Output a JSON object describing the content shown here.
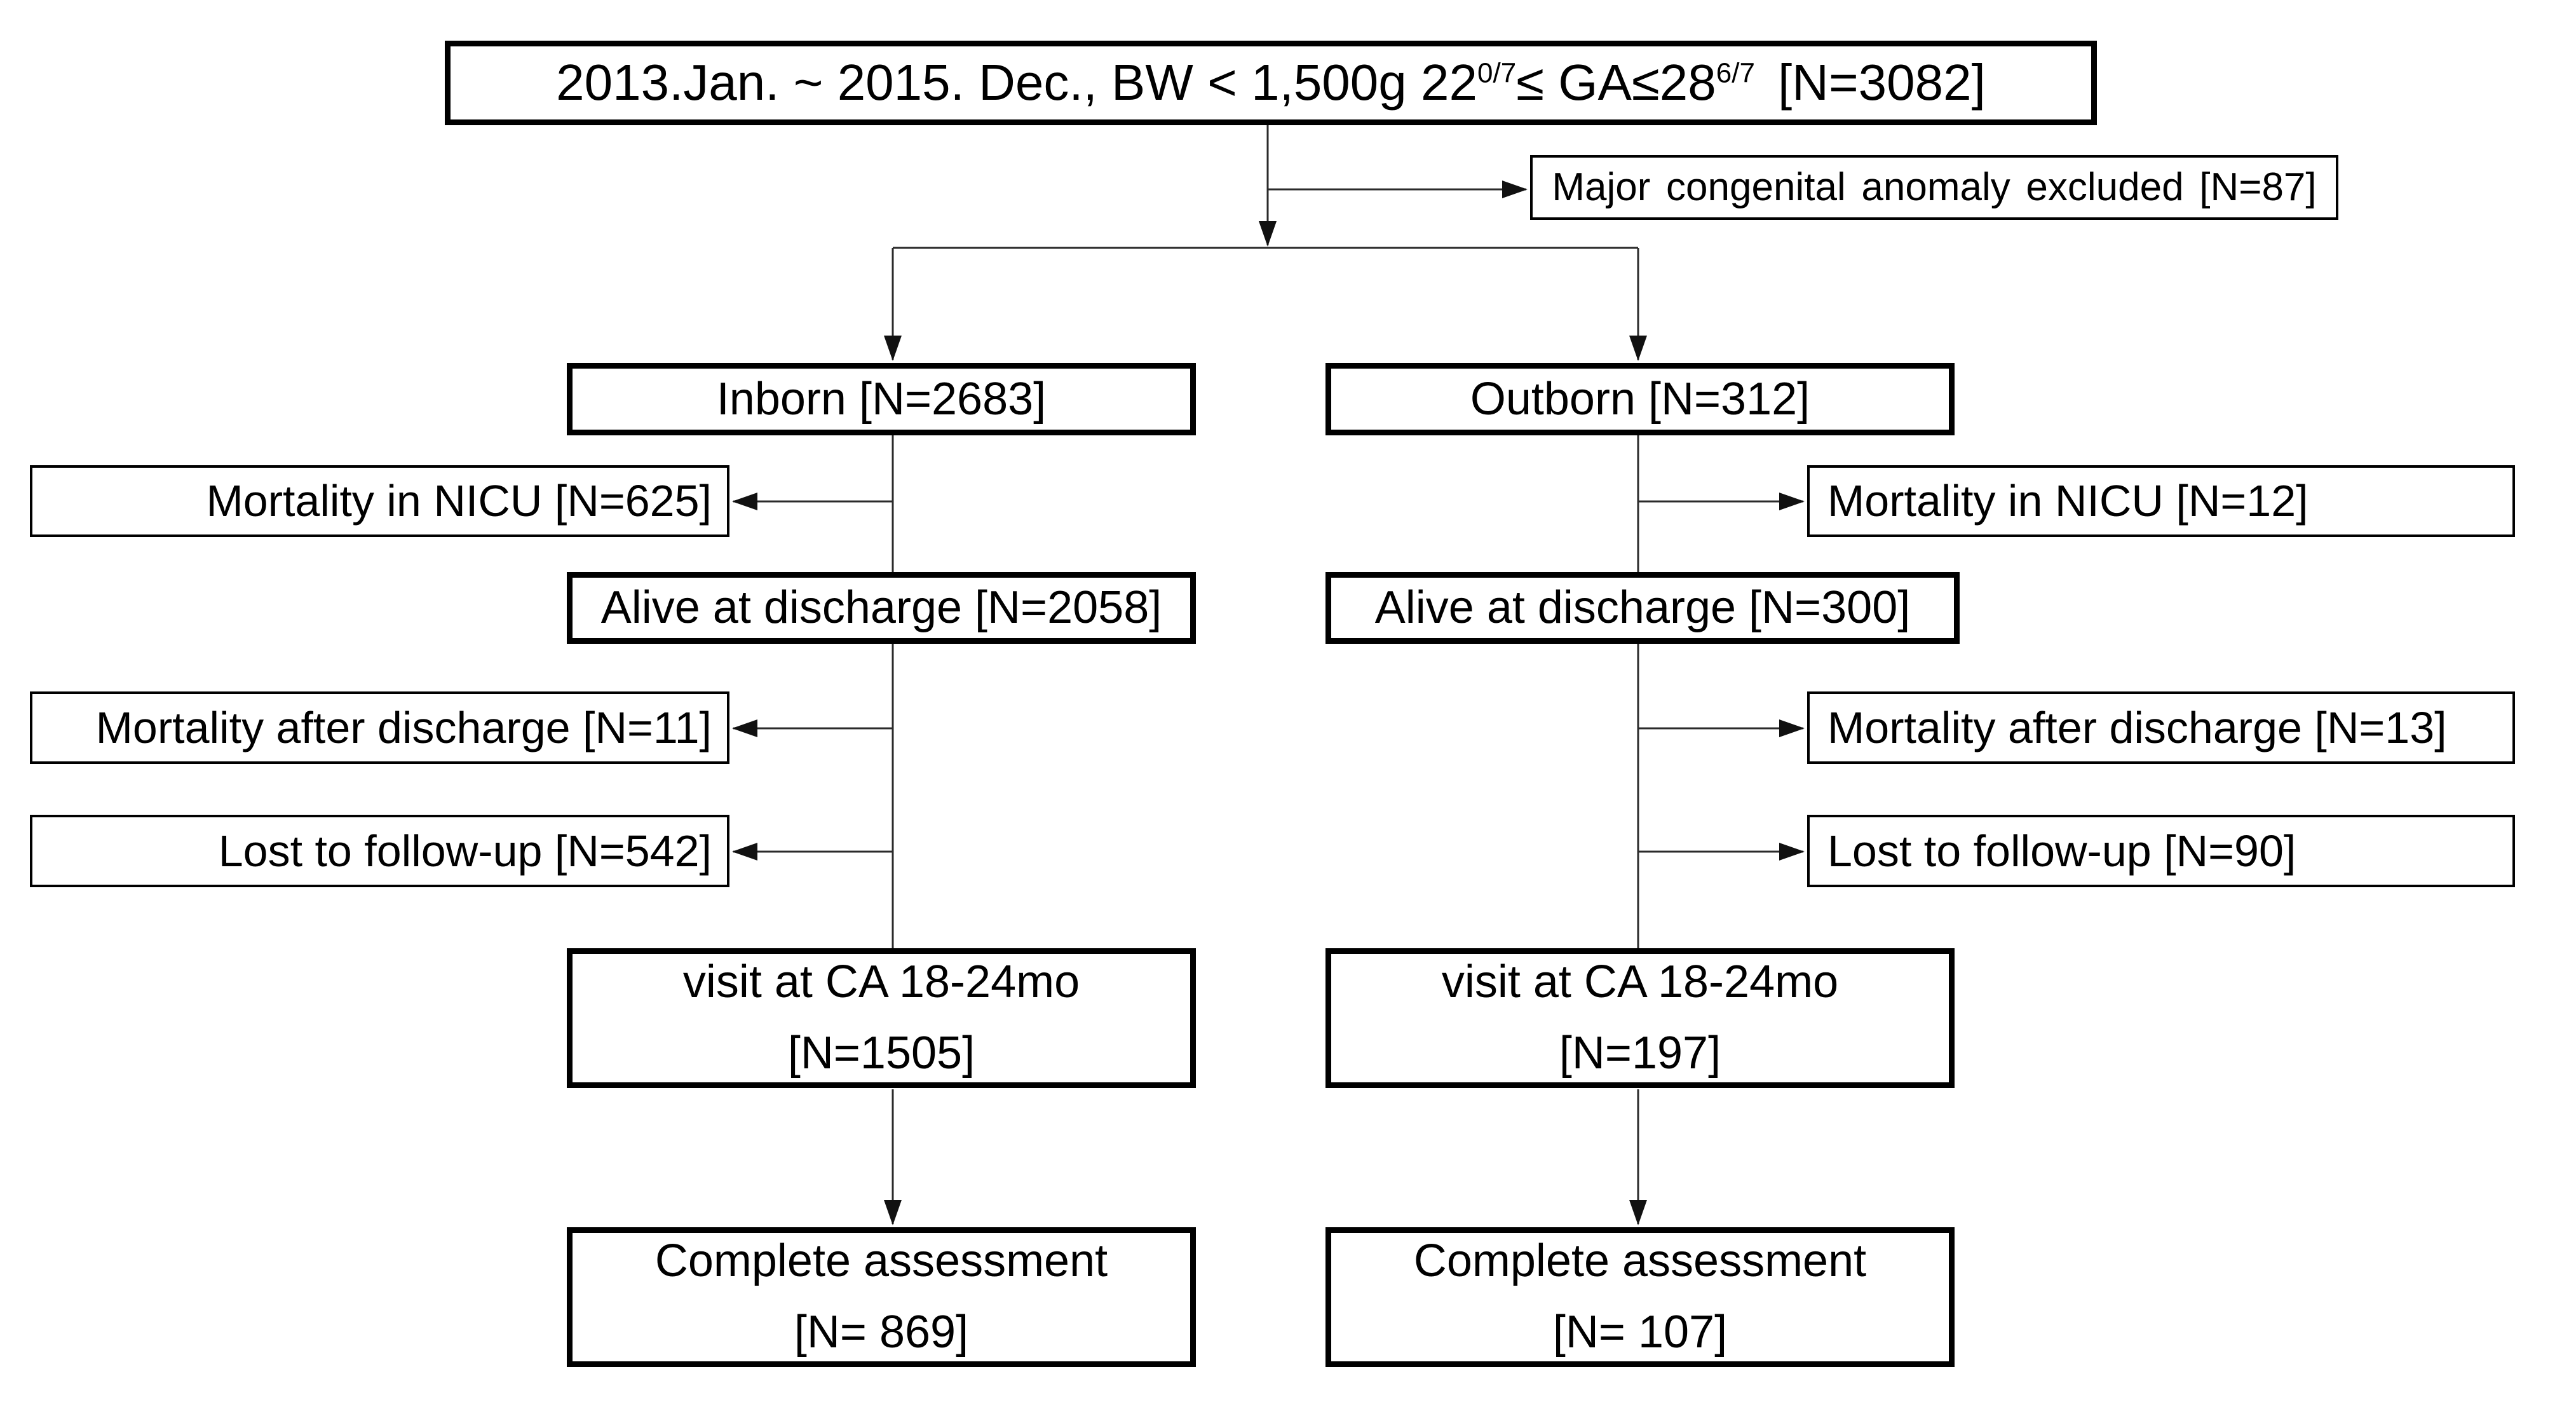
{
  "colors": {
    "background": "#ffffff",
    "box_border": "#000000",
    "connector": "#2b2b2b",
    "text": "#000000"
  },
  "top_box": {
    "prefix": "2013.Jan. ~ 2015. Dec., BW < 1,500g 22",
    "sup1": "0/7",
    "mid": "≤ GA≤28",
    "sup2": "6/7",
    "suffix": "[N=3082]"
  },
  "excluded_box": {
    "label": "Major congenital anomaly excluded [N=87]"
  },
  "columns": {
    "inborn": {
      "title": "Inborn [N=2683]",
      "mortality_nicu": "Mortality in NICU [N=625]",
      "alive": "Alive at discharge [N=2058]",
      "mortality_after_discharge": "Mortality after discharge [N=11]",
      "lost_follow_up": "Lost to follow-up [N=542]",
      "visit": {
        "line1": "visit at CA 18-24mo",
        "line2": "[N=1505]"
      },
      "complete": {
        "line1": "Complete assessment",
        "line2": "[N= 869]"
      }
    },
    "outborn": {
      "title": "Outborn [N=312]",
      "mortality_nicu": "Mortality in NICU [N=12]",
      "alive": "Alive at discharge [N=300]",
      "mortality_after_discharge": "Mortality after discharge [N=13]",
      "lost_follow_up": "Lost to follow-up [N=90]",
      "visit": {
        "line1": "visit at CA 18-24mo",
        "line2": "[N=197]"
      },
      "complete": {
        "line1": "Complete assessment",
        "line2": "[N= 107]"
      }
    }
  }
}
